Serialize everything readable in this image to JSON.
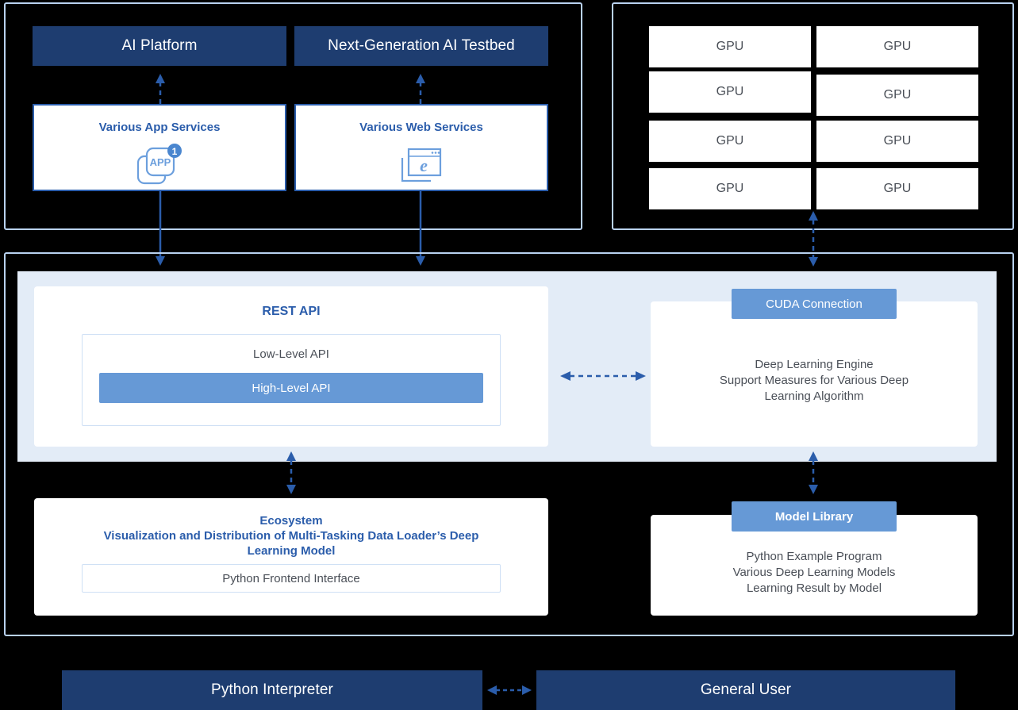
{
  "diagram": {
    "top_left_panel": {
      "headers": [
        {
          "label": "AI Platform"
        },
        {
          "label": "Next-Generation AI Testbed"
        }
      ],
      "services": [
        {
          "title": "Various App Services",
          "icon": "app-stack-icon",
          "badge": "1",
          "icon_text": "APP"
        },
        {
          "title": "Various Web Services",
          "icon": "browser-window-icon",
          "icon_text": "e"
        }
      ]
    },
    "top_right_panel": {
      "gpus": [
        {
          "label": "GPU"
        },
        {
          "label": "GPU"
        },
        {
          "label": "GPU"
        },
        {
          "label": "GPU"
        },
        {
          "label": "GPU"
        },
        {
          "label": "GPU"
        },
        {
          "label": "GPU"
        },
        {
          "label": "GPU"
        }
      ]
    },
    "middle_panel": {
      "rest_api": {
        "title": "REST API",
        "low_level": "Low-Level API",
        "high_level": "High-Level API"
      },
      "engine": {
        "chip_label": "CUDA Connection",
        "lines": [
          "Deep Learning Engine",
          "Support Measures for Various Deep",
          "Learning Algorithm"
        ]
      }
    },
    "bottom_panel": {
      "ecosystem": {
        "title": "Ecosystem",
        "subtitle": "Visualization and Distribution of Multi-Tasking Data Loader’s Deep Learning Model",
        "frontend": "Python Frontend Interface"
      },
      "model_library": {
        "chip_label": "Model Library",
        "lines": [
          "Python Example  Program",
          "Various Deep Learning Models",
          "Learning Result by Model"
        ]
      }
    },
    "footer": {
      "left": "Python Interpreter",
      "right": "General User"
    },
    "colors": {
      "navy": "#1e3d70",
      "accent_blue": "#2b5dab",
      "medium_blue": "#6699d6",
      "panel_blue": "#e3ecf7",
      "outline_blue": "#b9d2f0",
      "arrow_blue": "#2b5dab",
      "text_grey": "#4a4f57",
      "white": "#ffffff"
    }
  }
}
